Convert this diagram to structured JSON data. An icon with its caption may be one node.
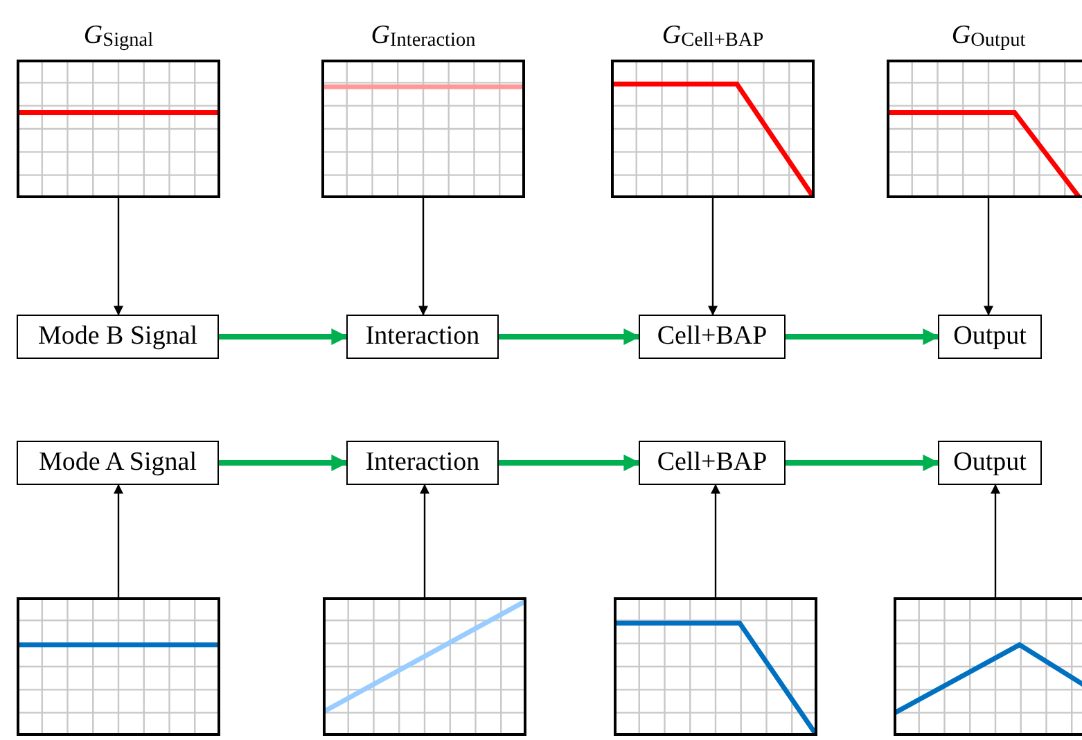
{
  "diagram": {
    "nodes": [
      {
        "text": [
          "*G*$_{Signal}$"
        ]
      },
      {
        "text": [
          "*G*$_{Interaction}$"
        ]
      },
      {
        "text": [
          "*G*$_{Cell+BAP}$"
        ]
      },
      {
        "text": [
          "*G*$_{Output}$"
        ]
      },
      {
        "text": [
          "Mode B Signal"
        ]
      },
      {
        "text": [
          "Interaction"
        ]
      },
      {
        "text": [
          "Cell+BAP"
        ]
      },
      {
        "text": [
          "Output"
        ]
      },
      {
        "text": [
          "Mode A Signal"
        ]
      },
      {
        "text": [
          "Interaction"
        ]
      },
      {
        "text": [
          "Cell+BAP"
        ]
      },
      {
        "text": [
          "Output"
        ]
      },
      {
        "text": [],
        "shape": "picture"
      },
      {
        "text": [],
        "shape": "picture"
      },
      {
        "text": [],
        "shape": "picture"
      },
      {
        "text": [],
        "shape": "picture"
      }
    ],
    "edges": [
      {
        "from": 0,
        "to": 4,
        "arrow": "to"
      },
      {
        "from": 1,
        "to": 5,
        "arrow": "to"
      },
      {
        "from": 2,
        "to": 6,
        "arrow": "to"
      },
      {
        "from": 3,
        "to": 7,
        "arrow": "to"
      },
      {
        "from": 4,
        "to": 5,
        "arrow": "to",
        "style": "thick",
        "color": "#00b050"
      },
      {
        "from": 5,
        "to": 6,
        "arrow": "to",
        "style": "thick",
        "color": "#00b050"
      },
      {
        "from": 6,
        "to": 7,
        "arrow": "to",
        "style": "thick",
        "color": "#00b050"
      },
      {
        "from": 8,
        "to": 9,
        "arrow": "to",
        "style": "thick",
        "color": "#00b050"
      },
      {
        "from": 9,
        "to": 10,
        "arrow": "to",
        "style": "thick",
        "color": "#00b050"
      },
      {
        "from": 10,
        "to": 11,
        "arrow": "to",
        "style": "thick",
        "color": "#00b050"
      },
      {
        "from": 12,
        "to": 8,
        "arrow": "to"
      },
      {
        "from": 13,
        "to": 9,
        "arrow": "to"
      },
      {
        "from": 14,
        "to": 10,
        "arrow": "to"
      },
      {
        "from": 15,
        "to": 11,
        "arrow": "to"
      }
    ]
  }
}
